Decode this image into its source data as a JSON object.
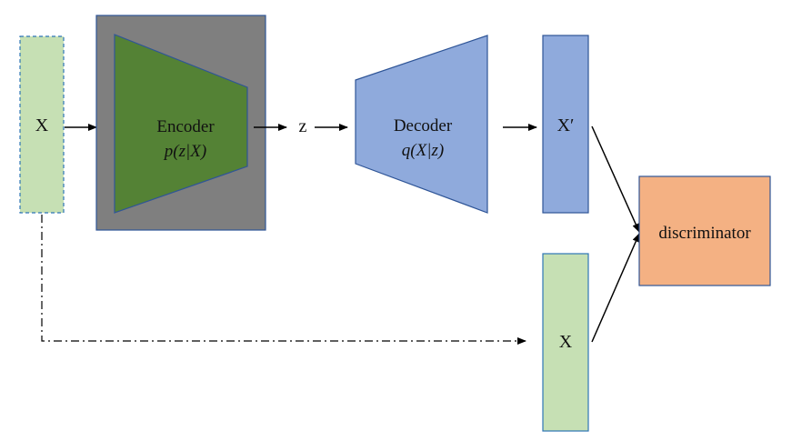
{
  "input": {
    "label": "X",
    "color": "#c6e0b4",
    "border": "#2e75b6"
  },
  "encoder": {
    "title": "Encoder",
    "formula": "p(z|X)",
    "panel_color": "#7f7f7f",
    "shape_color": "#548235",
    "border": "#2f5597"
  },
  "latent": {
    "label": "z"
  },
  "decoder": {
    "title": "Decoder",
    "formula": "q(X|z)",
    "color": "#8faadc",
    "border": "#2f5597"
  },
  "reconstruction": {
    "label": "X′",
    "color": "#8faadc",
    "border": "#2f5597"
  },
  "real_input": {
    "label": "X",
    "color": "#c6e0b4",
    "border": "#2e75b6"
  },
  "discriminator": {
    "label": "discriminator",
    "color": "#f4b183",
    "border": "#2f5597"
  }
}
